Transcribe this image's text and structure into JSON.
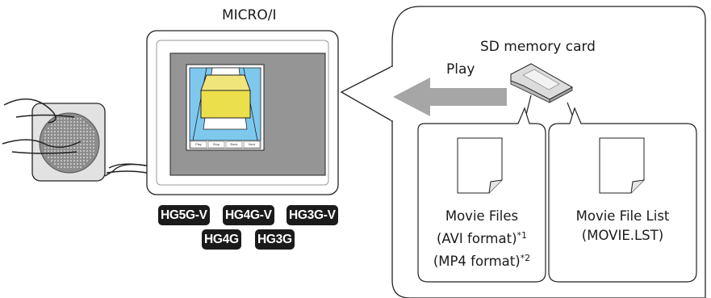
{
  "device": {
    "label": "MICRO/I",
    "screen_buttons": [
      "Play",
      "Stop",
      "Back",
      "Next"
    ]
  },
  "models": {
    "row1": [
      "HG5G-V",
      "HG4G-V",
      "HG3G-V"
    ],
    "row2": [
      "HG4G",
      "HG3G"
    ]
  },
  "storage": {
    "sd_label": "SD memory card",
    "play_label": "Play"
  },
  "files": {
    "movie_files": {
      "line1": "Movie Files",
      "line2": "(AVI format)",
      "note2": "*1",
      "line3": "(MP4 format)",
      "note3": "*2"
    },
    "movie_list": {
      "line1": "Movie File List",
      "line2": "(MOVIE.LST)"
    }
  },
  "colors": {
    "screen_sky": "#7ec8ee",
    "box_yellow": "#ecdf4c",
    "arrow_gray": "#a6a6a6",
    "panel_gray": "#959595"
  }
}
